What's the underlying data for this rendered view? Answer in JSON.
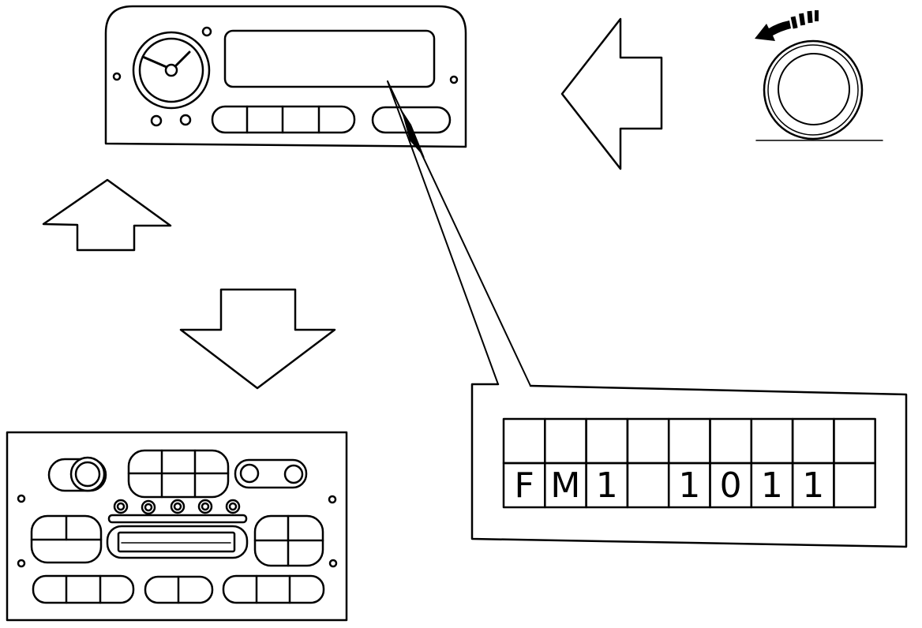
{
  "display": {
    "cells": [
      [
        "",
        "",
        "",
        "",
        "",
        "",
        "",
        "",
        ""
      ],
      [
        "F",
        "M",
        "1",
        "",
        "1",
        "0",
        "1",
        "1",
        ""
      ]
    ]
  }
}
